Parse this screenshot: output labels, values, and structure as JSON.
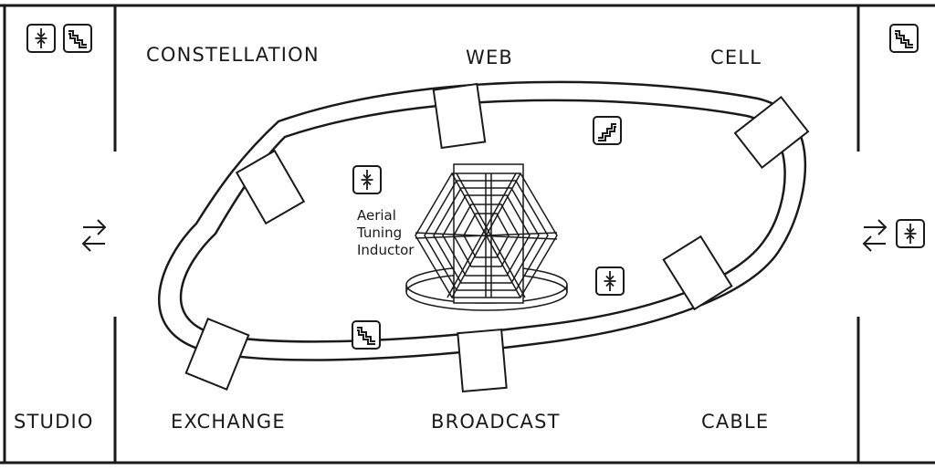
{
  "rooms": {
    "studio": "STUDIO",
    "constellation": "CONSTELLATION",
    "web": "WEB",
    "cell": "CELL",
    "exchange": "EXCHANGE",
    "broadcast": "BROADCAST",
    "cable": "CABLE"
  },
  "center": {
    "line1": "Aerial",
    "line2": "Tuning",
    "line3": "Inductor"
  },
  "icons": {
    "studio_top": [
      "compress-icon",
      "stairs-down-icon"
    ],
    "right_top": [
      "stairs-down-icon"
    ],
    "left_middle": [
      "swap-arrows-icon"
    ],
    "right_middle": [
      "swap-arrows-icon",
      "compress-icon"
    ],
    "ring_top": [
      "stairs-up-icon"
    ],
    "ring_left": [
      "compress-icon"
    ],
    "ring_right": [
      "compress-icon"
    ],
    "ring_bottom": [
      "stairs-down-icon"
    ]
  },
  "colors": {
    "stroke": "#1a1a1a",
    "fill": "#ffffff"
  }
}
